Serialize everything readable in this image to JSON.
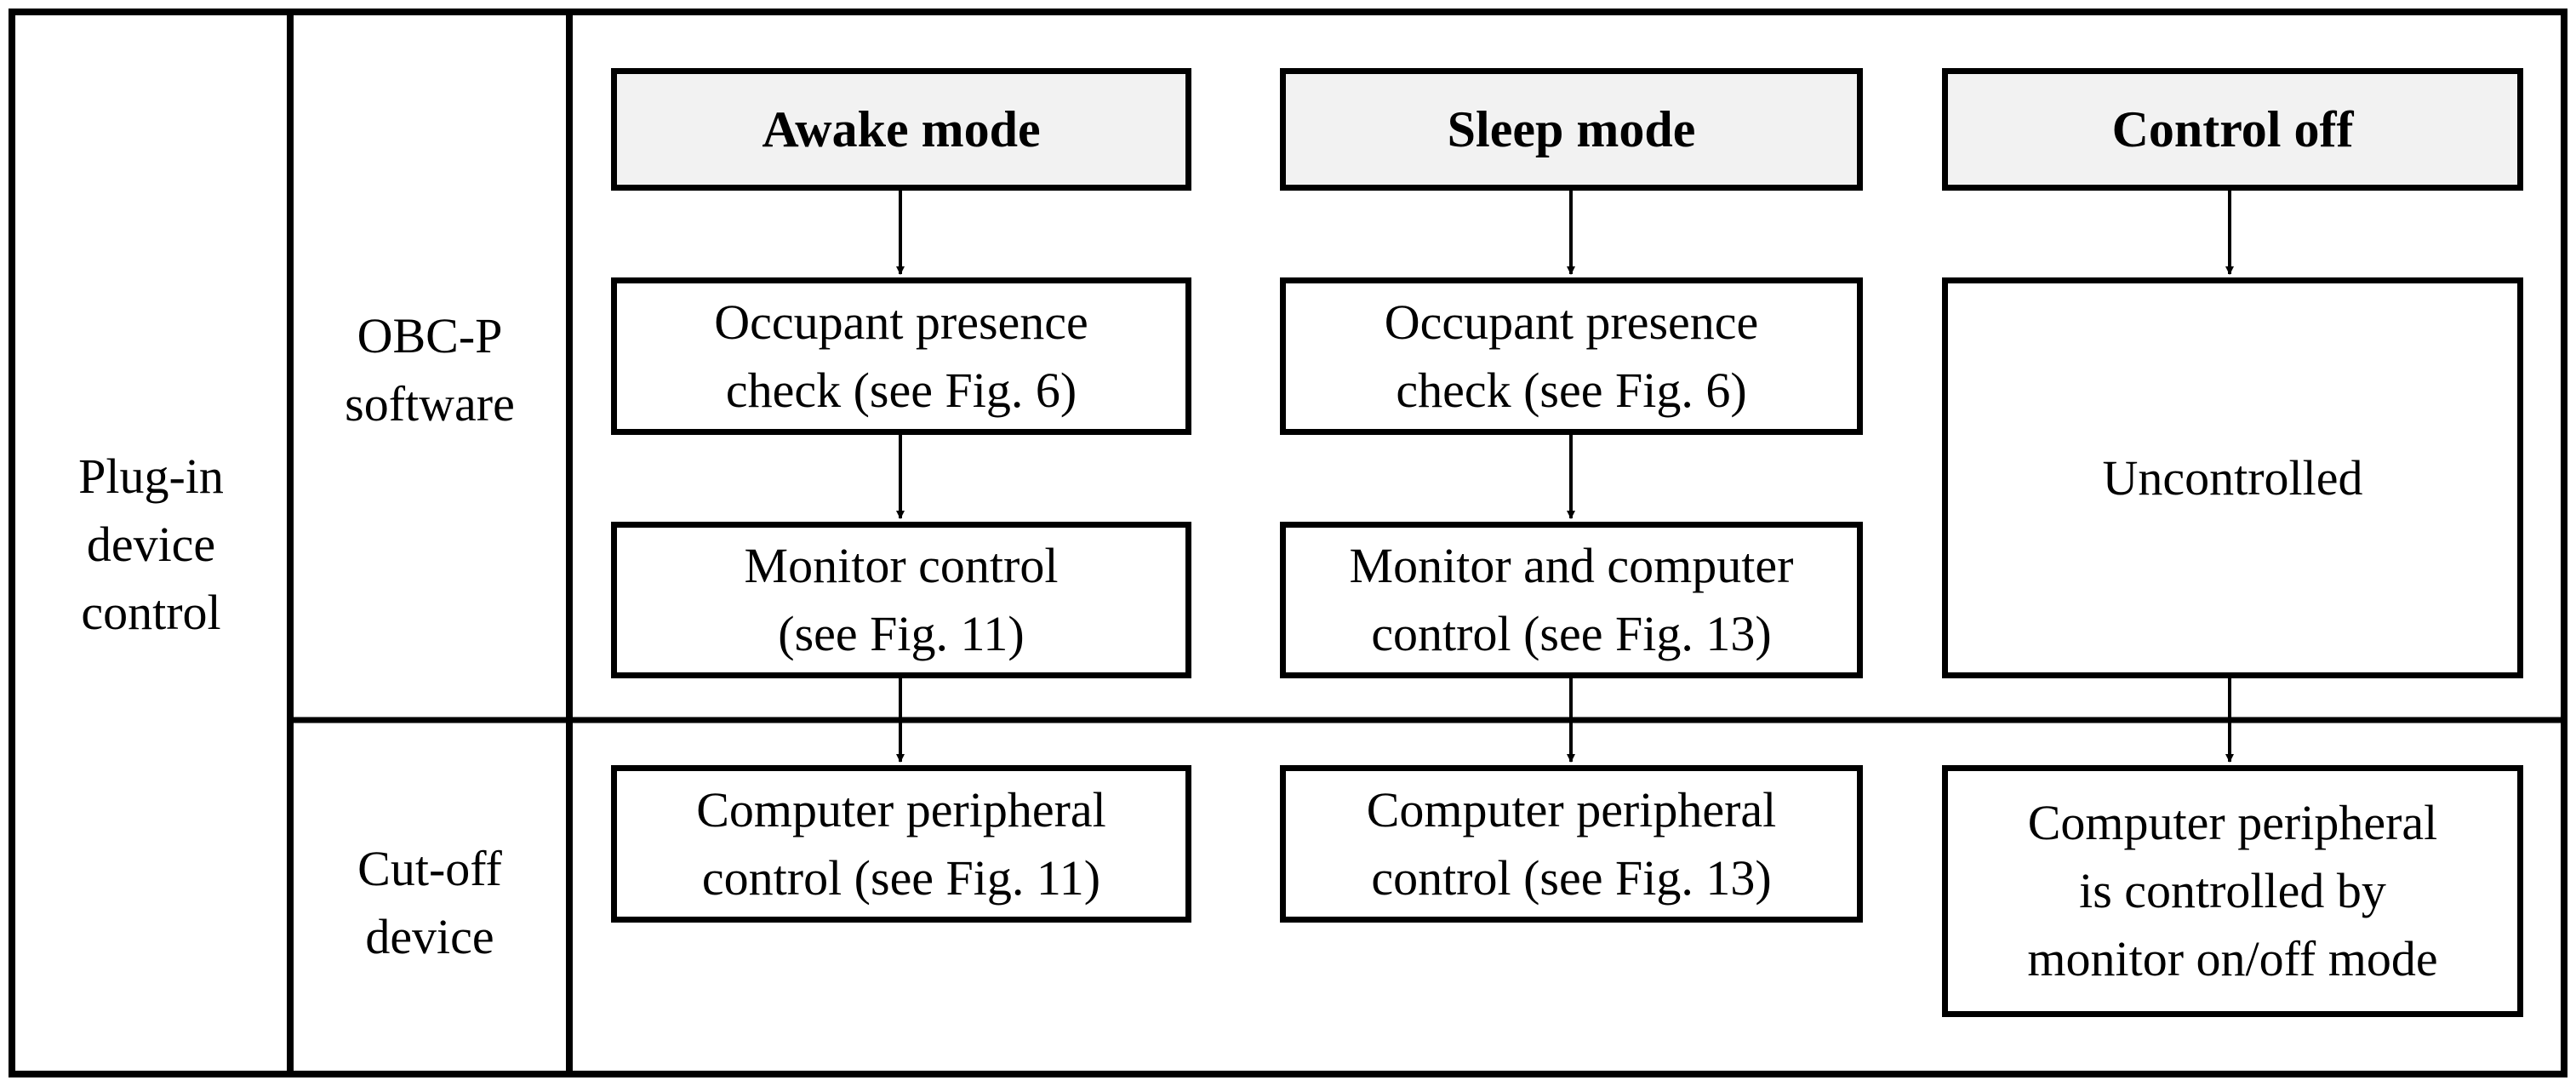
{
  "row_label": "Plug-in\ndevice\ncontrol",
  "software_label": "OBC-P\nsoftware",
  "device_label": "Cut-off\ndevice",
  "columns": [
    {
      "mode": "Awake mode",
      "step1": "Occupant presence\ncheck (see Fig. 6)",
      "step2": "Monitor control\n(see Fig. 11)",
      "device_step": "Computer peripheral\ncontrol (see Fig. 11)"
    },
    {
      "mode": "Sleep mode",
      "step1": "Occupant presence\ncheck (see Fig. 6)",
      "step2": "Monitor and computer\ncontrol (see Fig. 13)",
      "device_step": "Computer peripheral\ncontrol (see Fig. 13)"
    },
    {
      "mode": "Control off",
      "step1": "Uncontrolled",
      "device_step": "Computer peripheral\nis controlled by\nmonitor on/off mode"
    }
  ]
}
